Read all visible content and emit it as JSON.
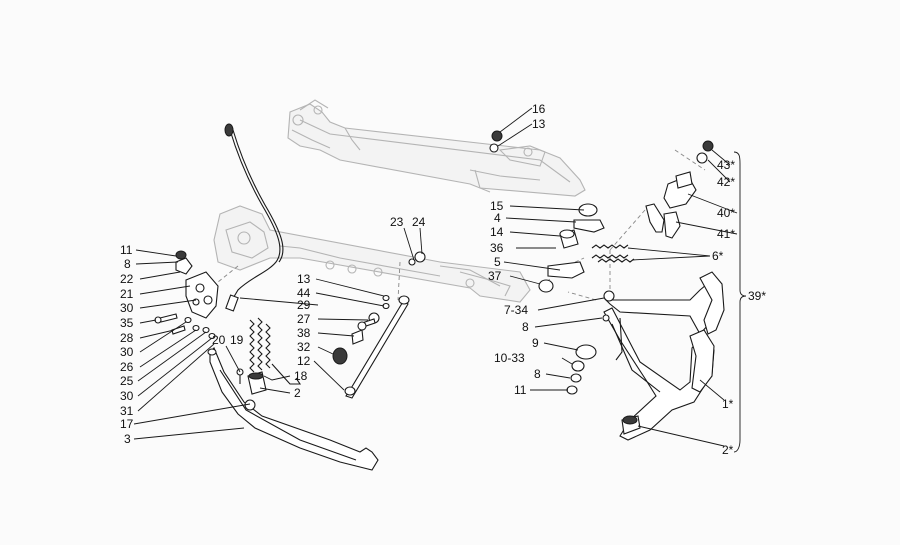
{
  "callouts": {
    "c16": "16",
    "c13a": "13",
    "c43": "43*",
    "c42": "42*",
    "c40": "40*",
    "c41": "41*",
    "c6": "6*",
    "c39": "39*",
    "c23": "23",
    "c24": "24",
    "c15": "15",
    "c4": "4",
    "c14": "14",
    "c36": "36",
    "c5": "5",
    "c37": "37",
    "c7_34": "7-34",
    "c8a": "8",
    "c9": "9",
    "c10_33": "10-33",
    "c8b": "8",
    "c11a": "11",
    "c1": "1*",
    "c2star": "2*",
    "c13b": "13",
    "c44": "44",
    "c29": "29",
    "c27": "27",
    "c38": "38",
    "c32": "32",
    "c12": "12",
    "c11b": "11",
    "c8c": "8",
    "c22": "22",
    "c21": "21",
    "c30a": "30",
    "c35": "35",
    "c28": "28",
    "c30b": "30",
    "c26": "26",
    "c25": "25",
    "c30c": "30",
    "c31": "31",
    "c17": "17",
    "c3": "3",
    "c20": "20",
    "c19": "19",
    "c18": "18",
    "c2": "2"
  }
}
